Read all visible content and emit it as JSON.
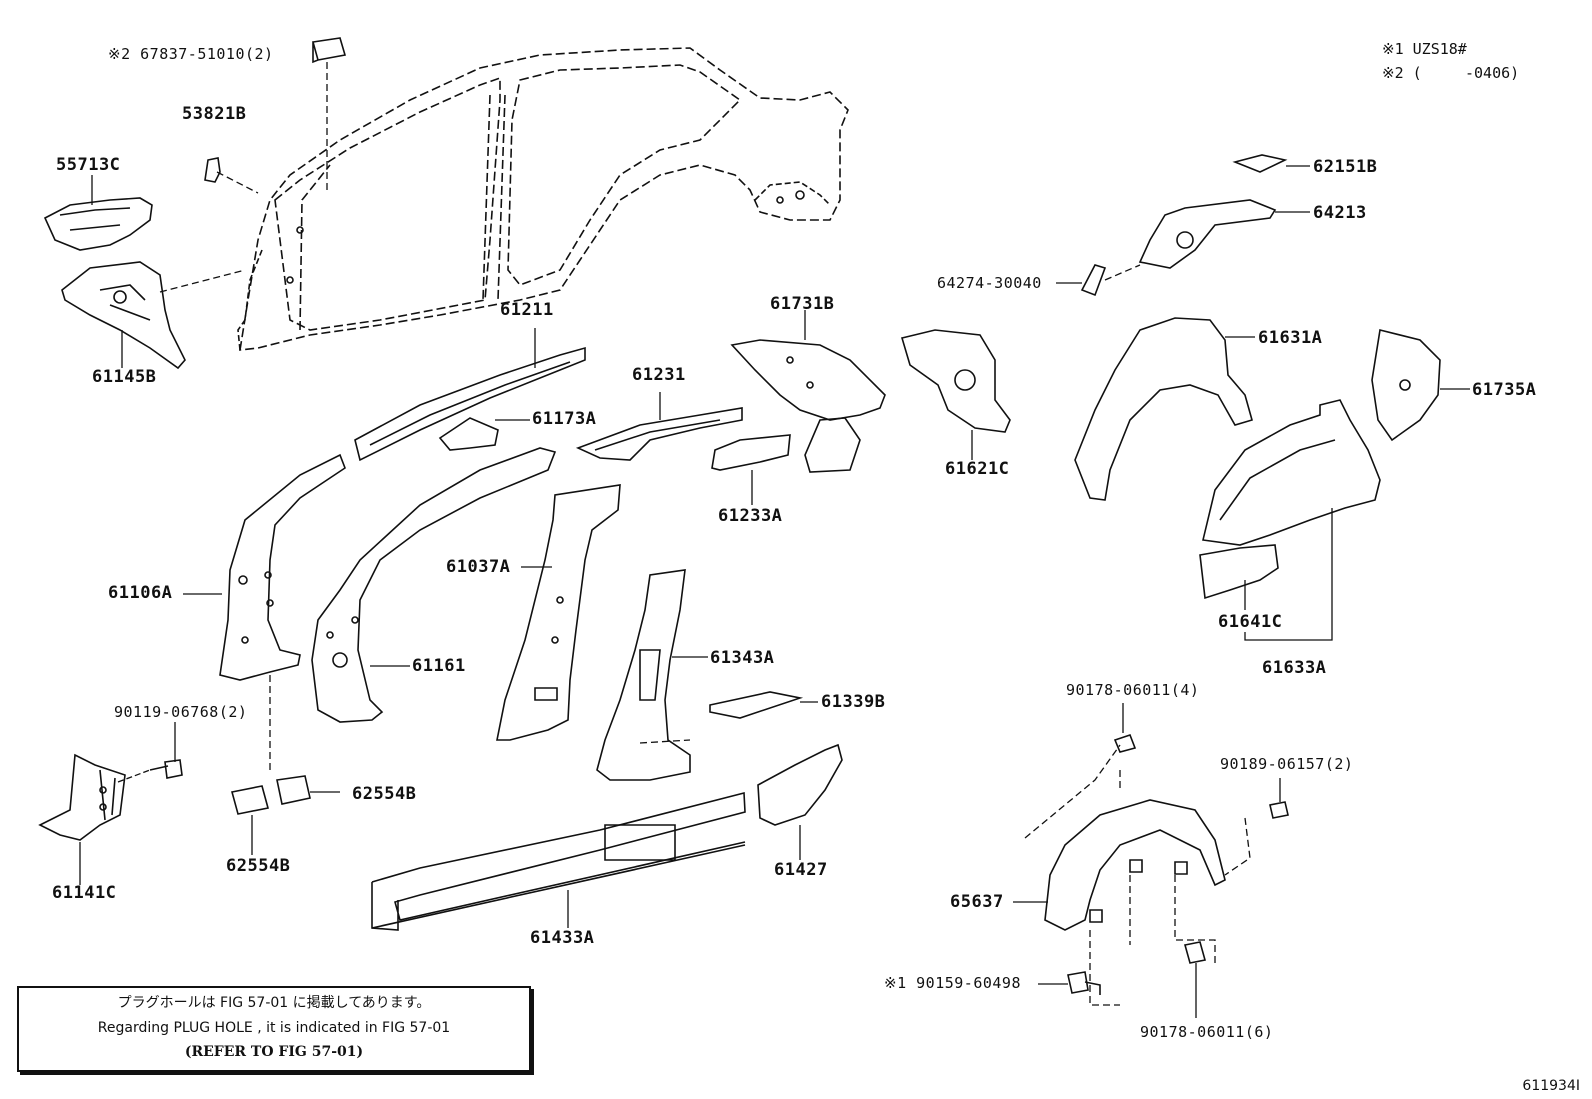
{
  "notes": {
    "note1": "※1 UZS18#",
    "note2_prefix": "※2 (",
    "note2_suffix": "-0406)"
  },
  "labels": {
    "p67837": "※2 67837-51010(2)",
    "p53821B": "53821B",
    "p55713C": "55713C",
    "p61145B": "61145B",
    "p61211": "61211",
    "p61173A": "61173A",
    "p61231": "61231",
    "p61731B": "61731B",
    "p61233A": "61233A",
    "p61621C": "61621C",
    "p62151B": "62151B",
    "p64213": "64213",
    "p64274": "64274-30040",
    "p61631A": "61631A",
    "p61735A": "61735A",
    "p61106A": "61106A",
    "p61161": "61161",
    "p61037A": "61037A",
    "p61343A": "61343A",
    "p61339B": "61339B",
    "p61641C": "61641C",
    "p61633A": "61633A",
    "p90119": "90119-06768(2)",
    "p62554B_a": "62554B",
    "p62554B_b": "62554B",
    "p61141C": "61141C",
    "p61427": "61427",
    "p61433A": "61433A",
    "p90178a": "90178-06011(4)",
    "p90189": "90189-06157(2)",
    "p65637": "65637",
    "p90159": "※1 90159-60498",
    "p90178b": "90178-06011(6)"
  },
  "notice": {
    "jp": "プラグホールは FIG 57-01 に掲載してあります。",
    "en": "Regarding PLUG HOLE , it is indicated in FIG 57-01",
    "refer": "(REFER TO FIG 57-01)"
  },
  "figure_code": "611934I"
}
